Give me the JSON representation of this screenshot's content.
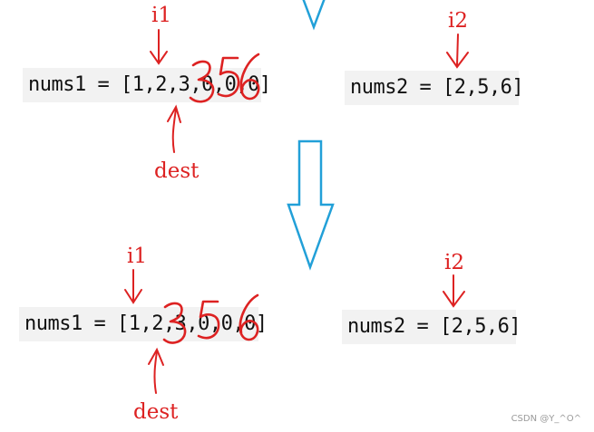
{
  "colors": {
    "ink": "#dd2222",
    "arrow_stroke": "#22a0d8",
    "code_bg": "#f2f2f2"
  },
  "top": {
    "nums1": "nums1 = [1,2,3,0,0,0]",
    "nums2": "nums2 = [2,5,6]",
    "i1_label": "i1",
    "i2_label": "i2",
    "dest_label": "dest",
    "handwritten_digits": "356"
  },
  "bottom": {
    "nums1": "nums1 = [1,2,3,0,0,0]",
    "nums2": "nums2 = [2,5,6]",
    "i1_label": "i1",
    "i2_label": "i2",
    "dest_label": "dest",
    "handwritten_digits": "356"
  },
  "icons": {
    "transition_arrow": "down-arrow-icon",
    "pointer_arrow": "red-pointer-arrow-icon"
  },
  "watermark": "CSDN @Y_^O^"
}
